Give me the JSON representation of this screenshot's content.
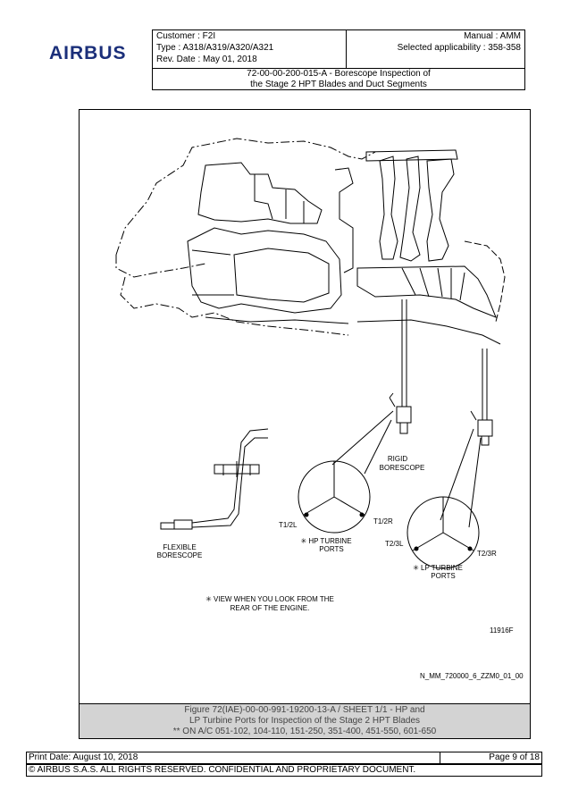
{
  "header": {
    "logo": "AIRBUS",
    "customer": "Customer : F2I",
    "type": "Type : A318/A319/A320/A321",
    "rev_date": "Rev. Date : May 01, 2018",
    "manual": "Manual : AMM",
    "applicability": "Selected applicability : 358-358",
    "task_line1": "72-00-00-200-015-A - Borescope Inspection of",
    "task_line2": "the Stage 2 HPT Blades and Duct Segments"
  },
  "figure": {
    "rigid_l1": "RIGID",
    "rigid_l2": "BORESCOPE",
    "flex_l1": "FLEXIBLE",
    "flex_l2": "BORESCOPE",
    "t12l": "T1/2L",
    "t12r": "T1/2R",
    "hp_l1": "✳ HP TURBINE",
    "hp_l2": "PORTS",
    "t23l": "T2/3L",
    "t23r": "T2/3R",
    "lp_l1": "✳ LP TURBINE",
    "lp_l2": "PORTS",
    "note_l1": "✳ VIEW WHEN YOU LOOK FROM THE",
    "note_l2": "REAR OF THE ENGINE.",
    "code": "11916F",
    "ref": "N_MM_720000_6_ZZM0_01_00"
  },
  "caption": {
    "line1": "Figure 72(IAE)-00-00-991-19200-13-A / SHEET 1/1 - HP and",
    "line2": "LP Turbine Ports for Inspection of the Stage 2 HPT Blades",
    "line3": "** ON A/C 051-102, 104-110, 151-250, 351-400, 451-550, 601-650"
  },
  "footer": {
    "print_date": "Print Date: August 10, 2018",
    "page": "Page 9 of 18",
    "copyright": "© AIRBUS S.A.S. ALL RIGHTS RESERVED. CONFIDENTIAL AND PROPRIETARY DOCUMENT."
  }
}
